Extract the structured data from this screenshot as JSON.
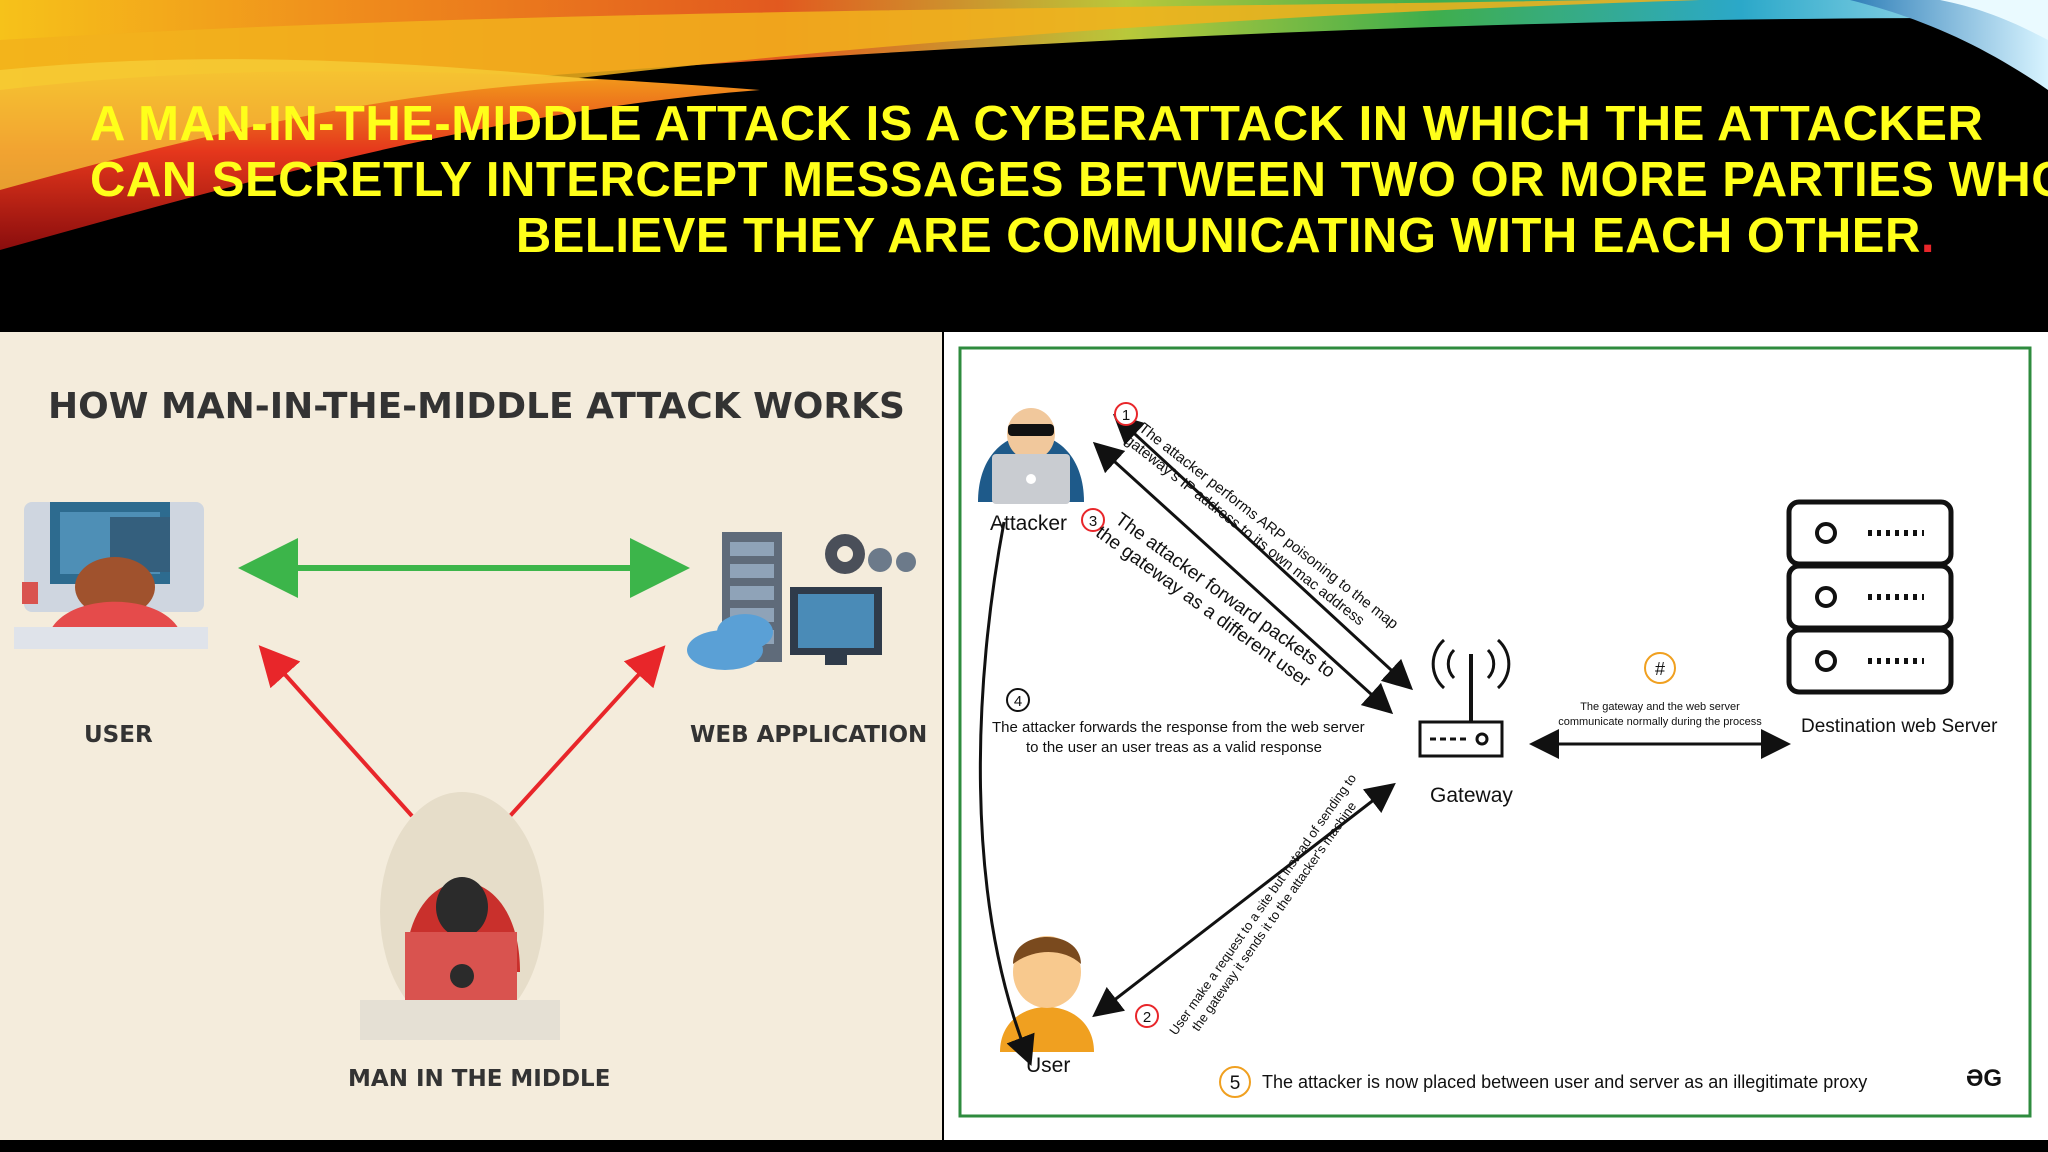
{
  "title": {
    "lines": [
      "A MAN-IN-THE-MIDDLE ATTACK IS A CYBERATTACK IN WHICH THE ATTACKER",
      "CAN SECRETLY INTERCEPT MESSAGES BETWEEN TWO OR MORE PARTIES WHO",
      "BELIEVE THEY ARE COMMUNICATING WITH EACH OTHER"
    ],
    "period": "."
  },
  "left_diagram": {
    "heading": "HOW MAN-IN-THE-MIDDLE ATTACK WORKS",
    "user_label": "USER",
    "webapp_label": "WEB APPLICATION",
    "mitm_label": "MAN IN THE MIDDLE"
  },
  "right_diagram": {
    "attacker_label": "Attacker",
    "gateway_label": "Gateway",
    "user_label": "User",
    "server_label": "Destination web Server",
    "step1": {
      "num": "1",
      "line1": "The attacker performs ARP  poisoning to the map",
      "line2": "gateway's IP address to its own mac address"
    },
    "step3": {
      "num": "3",
      "line1": "The attacker forward packets to",
      "line2": "the gateway as a different user"
    },
    "step4": {
      "num": "4",
      "line1": "The attacker forwards the response from the web server",
      "line2": "to the user an user treas as a valid response"
    },
    "step2": {
      "num": "2",
      "line1": "User make a request to a site but instead of sending to",
      "line2": "the gateway it sends it to the attacker's machine"
    },
    "hash": {
      "num": "#",
      "line1": "The gateway and the web server",
      "line2": "communicate normally during the process"
    },
    "step5": {
      "num": "5",
      "text": "The attacker is now placed between user and server as an illegitimate proxy"
    },
    "logo": "ƏG"
  },
  "colors": {
    "title": "#ffff1a",
    "accent_red": "#e8262a",
    "green_arrow": "#3cb54a",
    "red_arrow": "#e8262a",
    "frame_green": "#2e8b3e",
    "step_orange": "#f0a020"
  }
}
